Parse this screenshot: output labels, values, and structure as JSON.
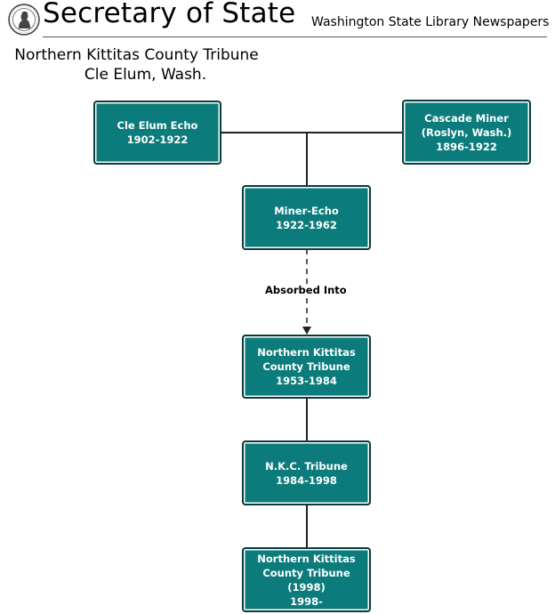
{
  "header": {
    "brand_title": "Secretary of State",
    "brand_subtitle": "Washington State Library Newspapers",
    "logo_icon": "washington-state-seal-icon"
  },
  "document": {
    "title": "Northern Kittitas County Tribune",
    "subtitle": "Cle Elum, Wash."
  },
  "colors": {
    "node_fill": "#0c7b7b",
    "node_border": "#0a3b3b",
    "line": "#222222"
  },
  "nodes": [
    {
      "id": "cle-elum-echo",
      "lines": [
        "Cle Elum Echo",
        "1902-1922"
      ]
    },
    {
      "id": "cascade-miner",
      "lines": [
        "Cascade Miner",
        "(Roslyn, Wash.)",
        "1896-1922"
      ]
    },
    {
      "id": "miner-echo",
      "lines": [
        "Miner-Echo",
        "1922-1962"
      ]
    },
    {
      "id": "nkc-tribune-1953",
      "lines": [
        "Northern Kittitas",
        "County Tribune",
        "1953-1984"
      ]
    },
    {
      "id": "nkc-tribune-1984",
      "lines": [
        "N.K.C. Tribune",
        "1984-1998"
      ]
    },
    {
      "id": "nkc-tribune-1998",
      "lines": [
        "Northern Kittitas",
        "County Tribune",
        "(1998)",
        "1998-"
      ]
    }
  ],
  "edge_labels": {
    "absorbed_into": "Absorbed Into"
  }
}
